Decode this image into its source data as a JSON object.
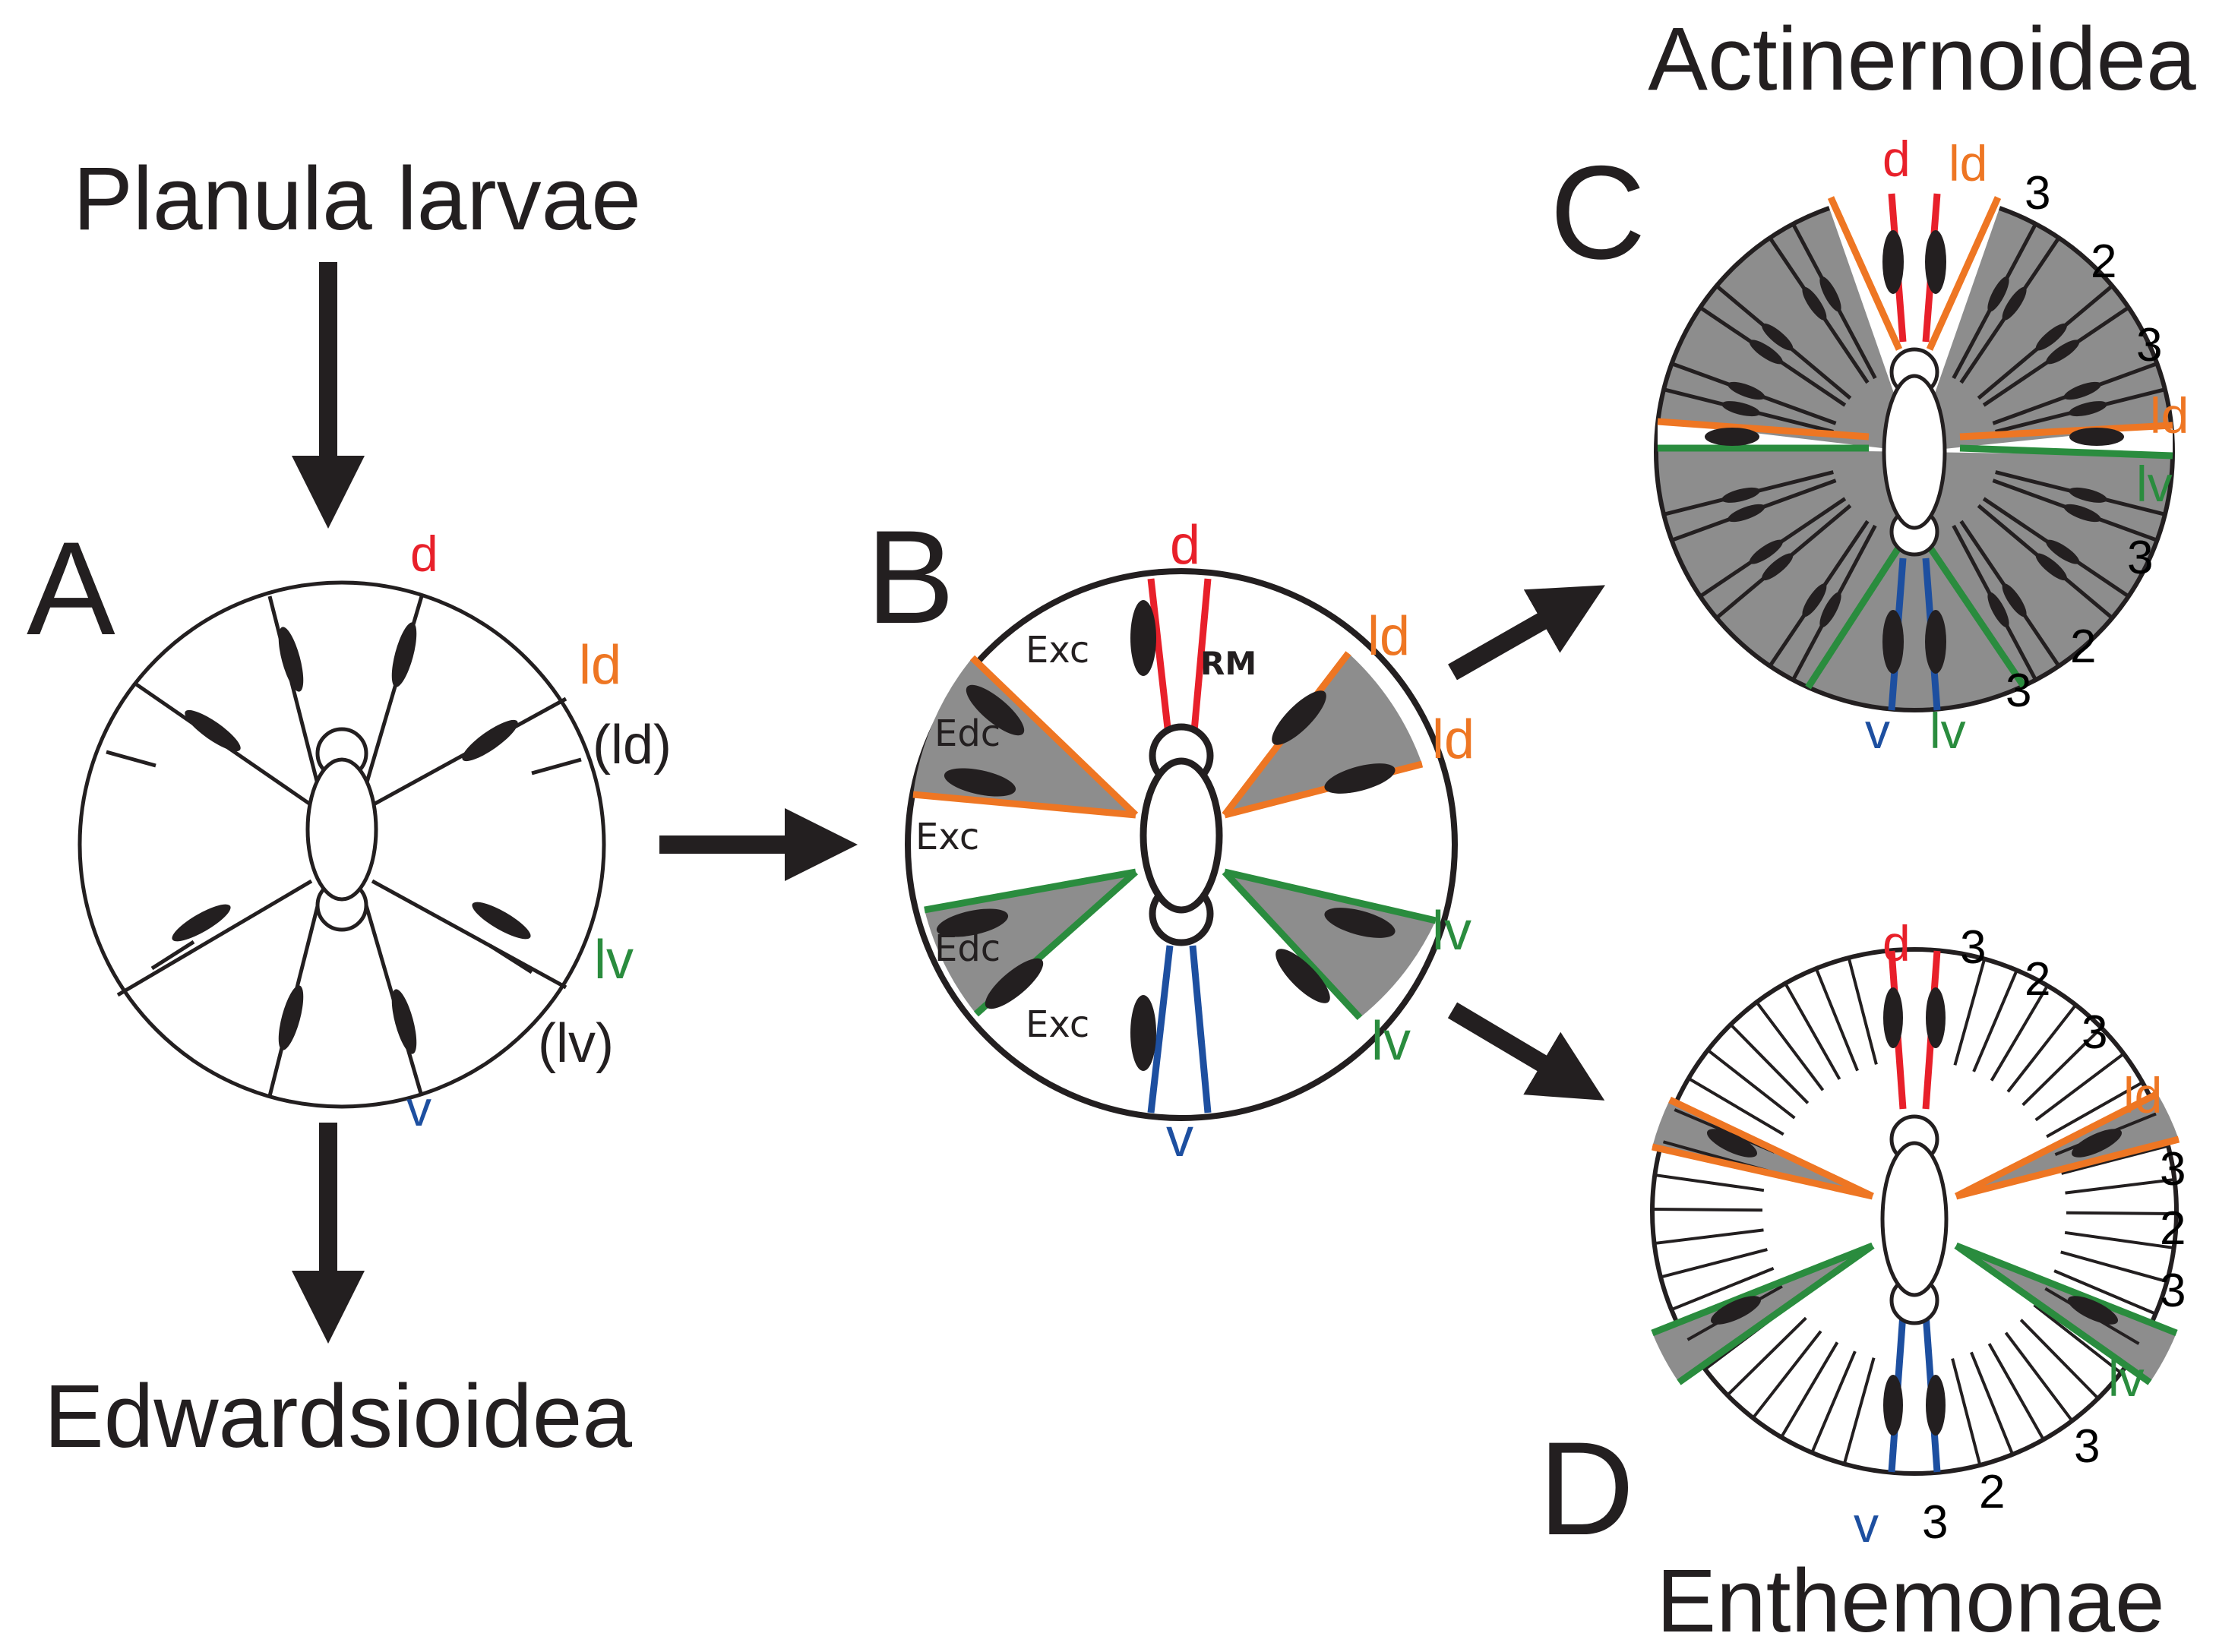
{
  "titles": {
    "planula": "Planula larvae",
    "edwardsioidea": "Edwardsioidea",
    "actinernoidea": "Actinernoidea",
    "enthemonae": "Enthemonae"
  },
  "panels": {
    "A": "A",
    "B": "B",
    "C": "C",
    "D": "D"
  },
  "colors": {
    "d": "#e8202a",
    "ld": "#ee7623",
    "lv": "#2a8c3e",
    "v": "#1d4fa0",
    "fill": "#8d8d8d",
    "ink": "#231f20"
  },
  "labels": {
    "d": "d",
    "ld": "ld",
    "ld_paren": "(ld)",
    "lv": "lv",
    "lv_paren": "(lv)",
    "v": "v",
    "exc": "Exc",
    "edc": "Edc",
    "rm": "RM",
    "n2": "2",
    "n3": "3"
  }
}
